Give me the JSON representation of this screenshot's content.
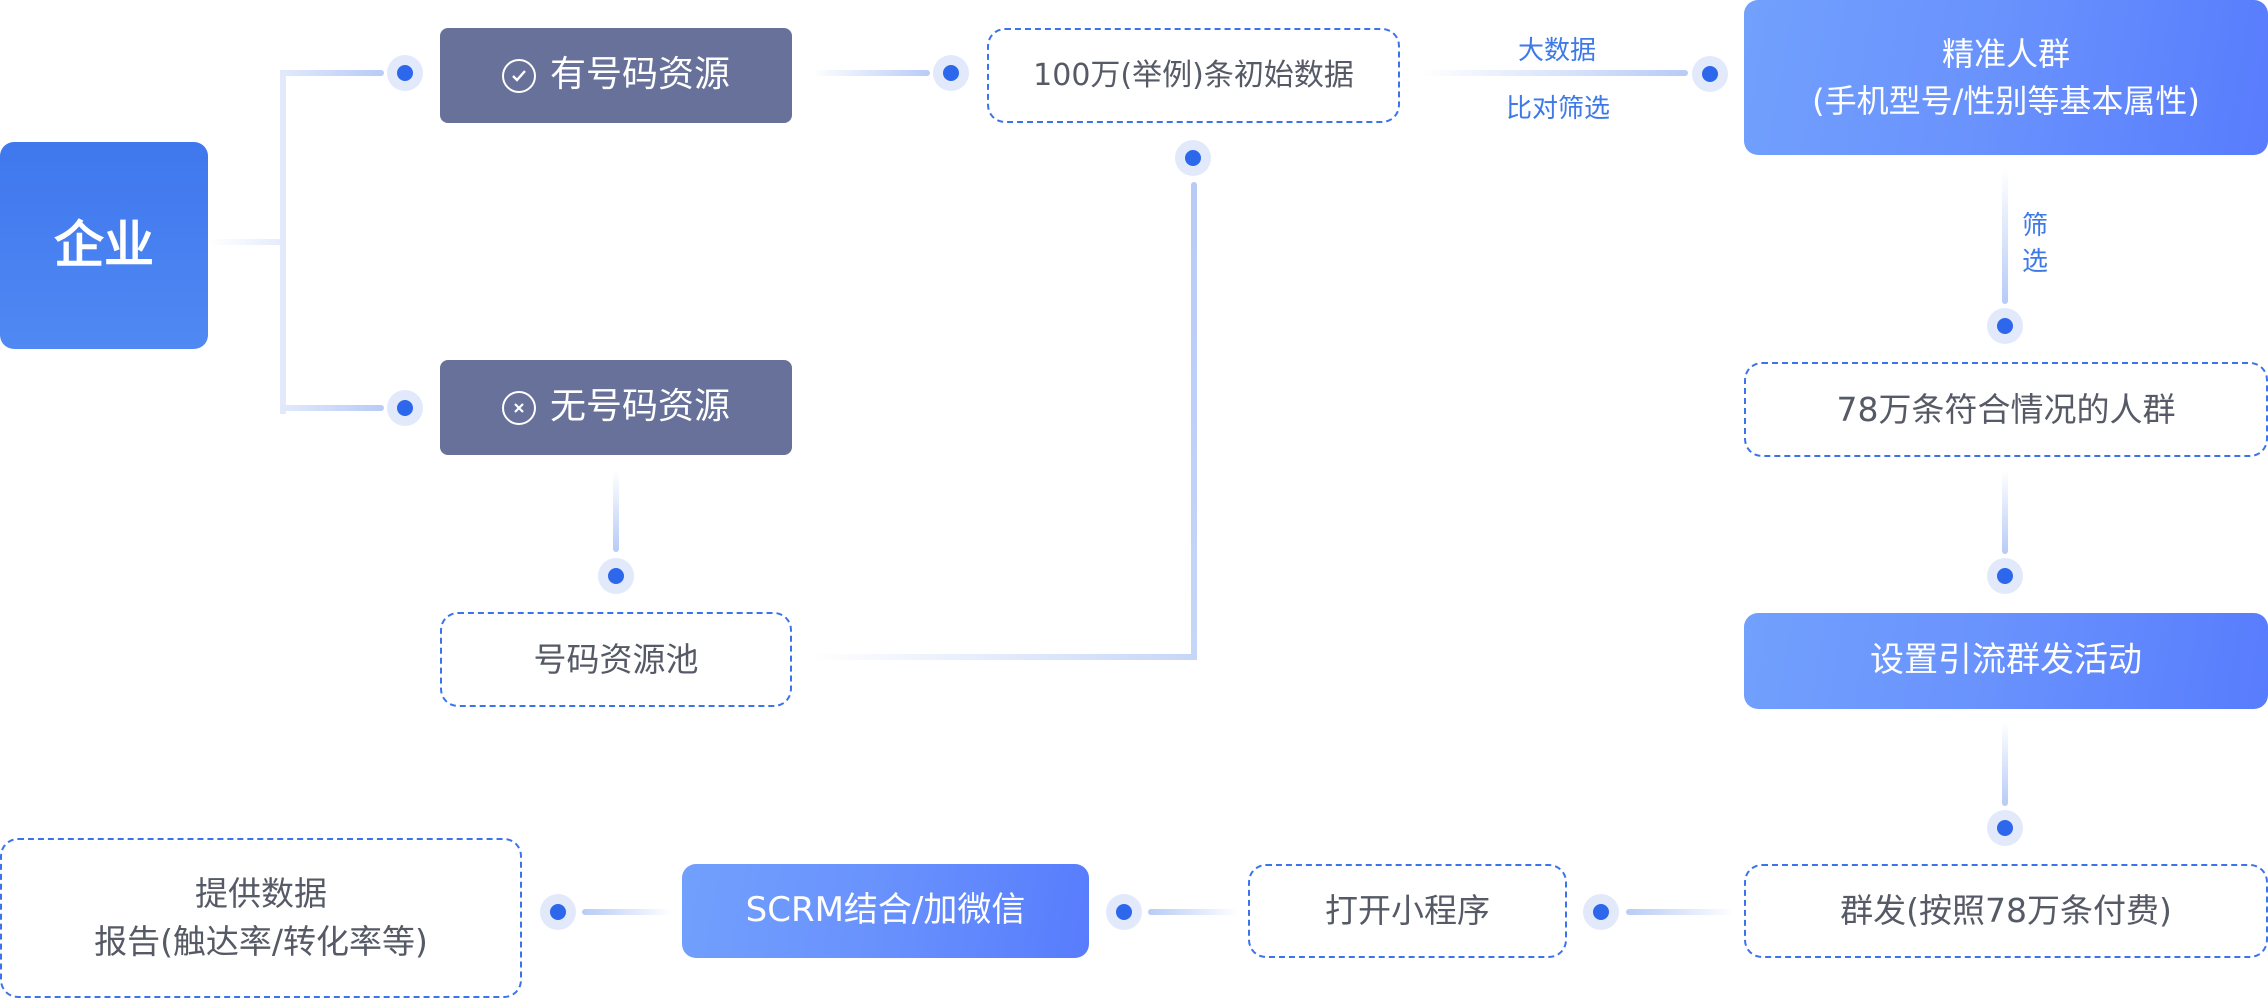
{
  "diagram": {
    "enterprise": "企业",
    "has_resource": {
      "label": "有号码资源",
      "icon": "check-circle-icon"
    },
    "no_resource": {
      "label": "无号码资源",
      "icon": "x-circle-icon"
    },
    "initial_data": "100万(举例)条初始数据",
    "resource_pool": "号码资源池",
    "edge_bigdata_top": "大数据",
    "edge_bigdata_bottom": "比对筛选",
    "precise_crowd_line1": "精准人群",
    "precise_crowd_line2": "(手机型号/性别等基本属性)",
    "edge_filter_1": "筛",
    "edge_filter_2": "选",
    "matched_crowd": "78万条符合情况的人群",
    "setup_campaign": "设置引流群发活动",
    "mass_send": "群发(按照78万条付费)",
    "open_miniprogram": "打开小程序",
    "scrm": "SCRM结合/加微信",
    "report_line1": "提供数据",
    "report_line2": "报告(触达率/转化率等)"
  },
  "colors": {
    "primary_blue": "#3f77ee",
    "dark_node": "#68719a",
    "dot": "#2d67ec",
    "dashed_border": "#3b73ea",
    "edge_label": "#3d7ae8"
  }
}
